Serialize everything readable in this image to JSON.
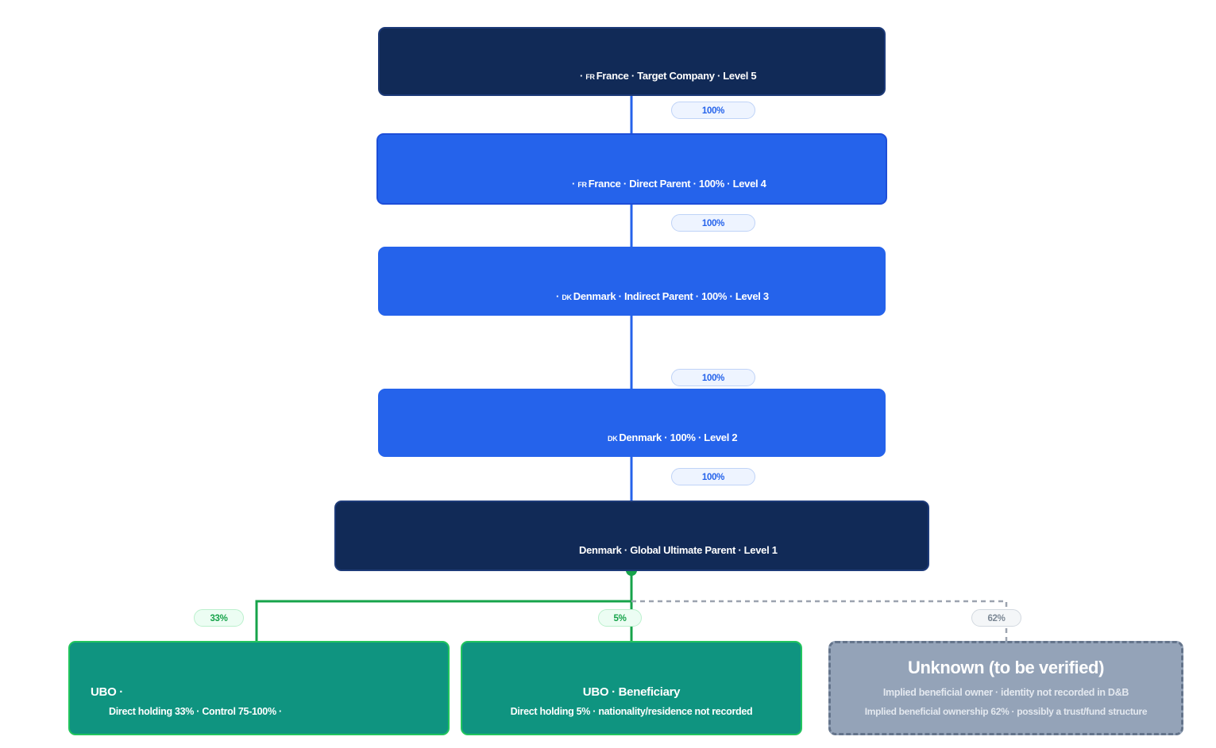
{
  "colors": {
    "dark_node": "#112a57",
    "blue_node": "#2563eb",
    "green_node": "#0f9480",
    "unknown_node": "#94a3b8",
    "blue_connector": "#2563eb",
    "green_connector": "#16a34a",
    "dashed_connector": "#9ca3af"
  },
  "nodes": {
    "level5": {
      "flag": "FR",
      "subtitle": "France · Target Company · Level 5"
    },
    "level4": {
      "flag": "FR",
      "subtitle": "France · Direct Parent · 100% · Level 4"
    },
    "level3": {
      "flag": "DK",
      "subtitle": "Denmark · Indirect Parent · 100% · Level 3"
    },
    "level2": {
      "flag": "DK",
      "subtitle": "Denmark · 100% · Level 2"
    },
    "level1": {
      "subtitle": "Denmark · Global Ultimate Parent · Level 1"
    }
  },
  "edges": {
    "l5_l4": "100%",
    "l4_l3": "100%",
    "l3_l2": "100%",
    "l2_l1": "100%"
  },
  "owners": {
    "ubo1": {
      "pill": "33%",
      "line1": "UBO ·",
      "line2": "Direct holding 33% · Control 75-100% ·"
    },
    "ubo2": {
      "pill": "5%",
      "line1": "UBO · Beneficiary",
      "line2": "Direct holding 5% · nationality/residence not recorded"
    },
    "unknown": {
      "pill": "62%",
      "title": "Unknown (to be verified)",
      "line1": "Implied beneficial owner · identity not recorded in D&B",
      "line2": "Implied beneficial ownership 62% · possibly a trust/fund structure"
    }
  }
}
